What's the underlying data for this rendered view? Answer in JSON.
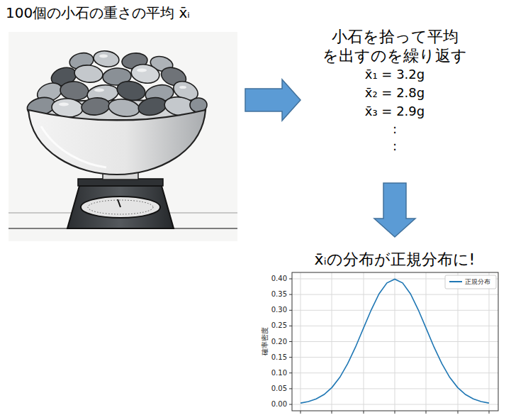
{
  "diagram": {
    "nodes": [
      {
        "text": [
          "100個の小石の重さの平均 x̄ᵢ"
        ]
      },
      {
        "text": [
          "小石を拾って平均 を出すのを繰り返す",
          "x̄₁ = 3.2g",
          "x̄₂ = 2.8g",
          "x̄₃ = 2.9g",
          ":",
          ":"
        ]
      },
      {
        "text": [
          "x̄ᵢの分布が正規分布に!"
        ]
      }
    ],
    "edges": [
      {
        "from": 0,
        "to": 1,
        "arrow": "to"
      },
      {
        "from": 1,
        "to": 2,
        "arrow": "to"
      }
    ],
    "labels": [
      "0.40",
      "0.35",
      "0.30",
      "0.25",
      "0.20",
      "0.15",
      "0.10",
      "0.05",
      "0.00",
      "確率密度"
    ],
    "legend": [
      {
        "text": "正規分布"
      }
    ]
  }
}
